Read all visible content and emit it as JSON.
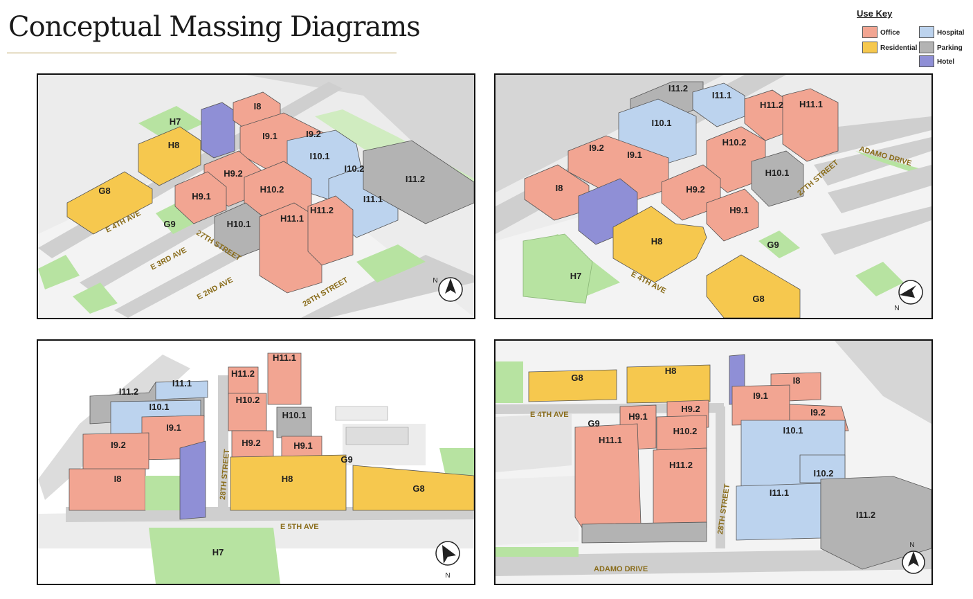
{
  "title": "Conceptual Massing Diagrams",
  "use_key": {
    "title": "Use Key",
    "items": [
      {
        "label": "Office",
        "color": "#f2a592"
      },
      {
        "label": "Hospital",
        "color": "#bcd3ee"
      },
      {
        "label": "Residential",
        "color": "#f6c84e"
      },
      {
        "label": "Parking",
        "color": "#b3b3b3"
      },
      {
        "label": "Hotel",
        "color": "#8f8fd6"
      }
    ]
  },
  "colors": {
    "office": "#f2a592",
    "hospital": "#bcd3ee",
    "residential": "#f6c84e",
    "parking": "#b3b3b3",
    "hotel": "#8f8fd6",
    "park": "#b7e3a1",
    "ground": "#ececec",
    "road": "#cfcfcf",
    "street_label": "#8a6d1c"
  },
  "panels": [
    {
      "name": "top-left",
      "blocks": {
        "h7": "H7",
        "h8": "H8",
        "g8": "G8",
        "g9": "G9",
        "i8": "I8",
        "i91": "I9.1",
        "i92": "I9.2",
        "i101": "I10.1",
        "i102": "I10.2",
        "i111": "I11.1",
        "i112": "I11.2",
        "h92": "H9.2",
        "h91": "H9.1",
        "h102": "H10.2",
        "h101": "H10.1",
        "h111": "H11.1",
        "h112": "H11.2"
      },
      "streets": {
        "s1": "E 4TH AVE",
        "s2": "E 3RD AVE",
        "s3": "E 2ND AVE",
        "s4": "27TH STREET",
        "s5": "28TH STREET"
      },
      "compass": "N"
    },
    {
      "name": "top-right",
      "blocks": {
        "i112": "I11.2",
        "i111": "I11.1",
        "h112": "H11.2",
        "h111": "H11.1",
        "i101": "I10.1",
        "i92": "I9.2",
        "i91": "I9.1",
        "h102": "H10.2",
        "h101": "H10.1",
        "i8": "I8",
        "h92": "H9.2",
        "h91": "H9.1",
        "h8": "H8",
        "g9": "G9",
        "h7": "H7",
        "g8": "G8"
      },
      "streets": {
        "s1": "ADAMO DRIVE",
        "s2": "27TH STREET",
        "s3": "E 4TH AVE"
      },
      "compass": "N"
    },
    {
      "name": "bottom-left",
      "blocks": {
        "i111": "I11.1",
        "i112": "I11.2",
        "i101": "I10.1",
        "i91": "I9.1",
        "i92": "I9.2",
        "i8": "I8",
        "h112": "H11.2",
        "h111": "H11.1",
        "h102": "H10.2",
        "h101": "H10.1",
        "h92": "H9.2",
        "h91": "H9.1",
        "h8": "H8",
        "g9": "G9",
        "g8": "G8",
        "h7": "H7"
      },
      "streets": {
        "s1": "28TH STREET",
        "s2": "E 5TH AVE"
      },
      "compass": "N"
    },
    {
      "name": "bottom-right",
      "blocks": {
        "g8": "G8",
        "h8": "H8",
        "i8": "I8",
        "i91": "I9.1",
        "i92": "I9.2",
        "h91": "H9.1",
        "h92": "H9.2",
        "g9": "G9",
        "h111": "H11.1",
        "h102": "H10.2",
        "h112": "H11.2",
        "i101": "I10.1",
        "i102": "I10.2",
        "i111": "I11.1",
        "i112": "I11.2"
      },
      "streets": {
        "s1": "E 4TH AVE",
        "s2": "28TH STREET",
        "s3": "ADAMO DRIVE"
      },
      "compass": "N"
    }
  ]
}
